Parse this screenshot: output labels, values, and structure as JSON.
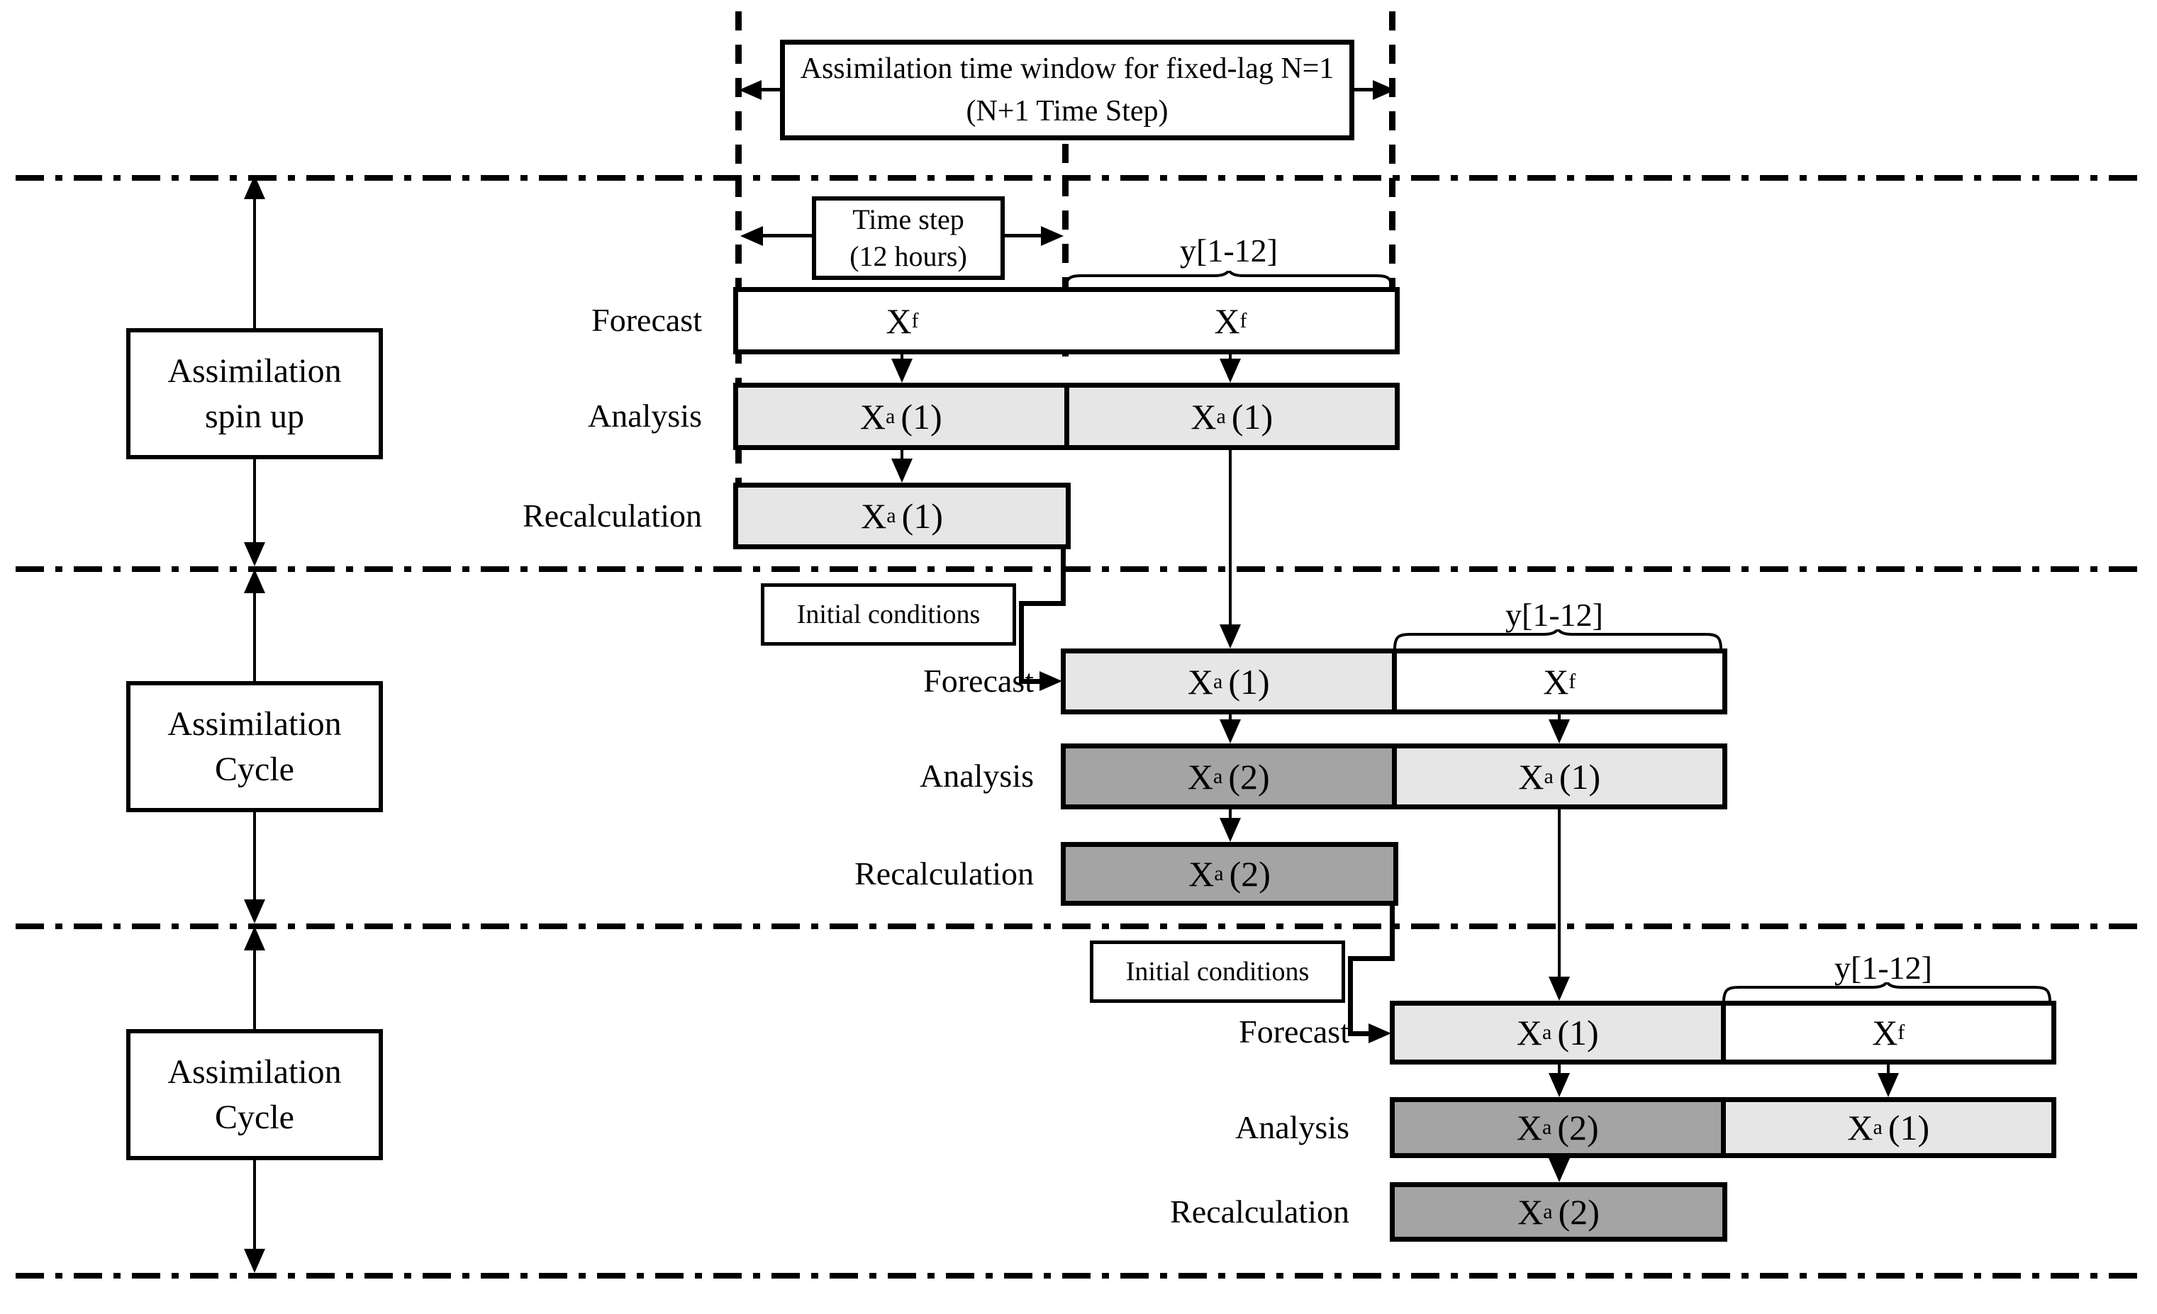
{
  "title": {
    "line1": "Assimilation time window for fixed-lag N=1",
    "line2": "(N+1 Time Step)"
  },
  "time_step": {
    "line1": "Time step",
    "line2": "(12 hours)"
  },
  "obs_label": "y[1-12]",
  "initial_conditions": "Initial conditions",
  "row_labels": {
    "forecast": "Forecast",
    "analysis": "Analysis",
    "recalculation": "Recalculation"
  },
  "side_labels": {
    "spin_up": {
      "line1": "Assimilation",
      "line2": "spin up"
    },
    "cycle": {
      "line1": "Assimilation",
      "line2": "Cycle"
    }
  },
  "cells": {
    "xf": {
      "base": "X",
      "sup": "f",
      "arg": ""
    },
    "xa1": {
      "base": "X",
      "sup": "a",
      "arg": "(1)"
    },
    "xa2": {
      "base": "X",
      "sup": "a",
      "arg": "(2)"
    }
  },
  "colors": {
    "background": "#ffffff",
    "line": "#000000",
    "forecast_fill": "#ffffff",
    "analysis1_fill": "#e6e6e6",
    "analysis2_fill": "#a4a4a4"
  }
}
